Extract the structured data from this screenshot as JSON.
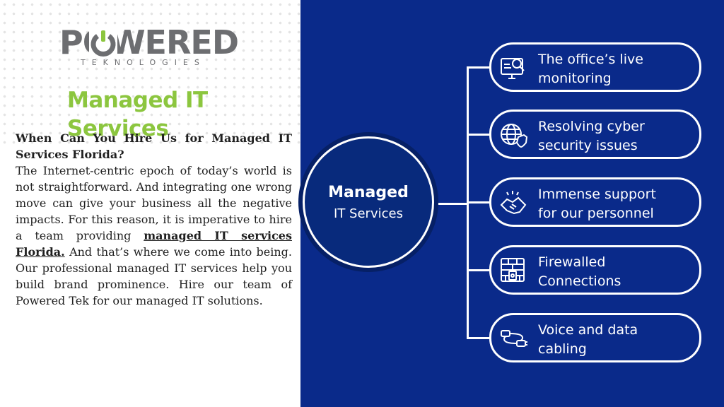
{
  "brand": {
    "name": "POWERED",
    "tagline": "TEKNOLOGIES"
  },
  "left": {
    "heading": "Managed IT Services",
    "question": "When Can You Hire Us for Managed IT Services Florida?",
    "para_1": "The Internet-centric epoch of today’s world is not straightforward. And integrating one wrong move can give your business all the negative impacts. For this reason, it is imperative to hire a team providing ",
    "link_text": "managed IT services Florida.",
    "para_2": " And that’s where we come into being. Our professional managed IT services help you build brand prominence. Hire our team of Powered Tek for our managed IT solutions."
  },
  "diagram": {
    "hub_title": "Managed",
    "hub_subtitle": "IT Services",
    "items": [
      {
        "label": "The office’s live\nmonitoring",
        "icon": "monitor-search-icon"
      },
      {
        "label": "Resolving cyber\nsecurity issues",
        "icon": "globe-shield-icon"
      },
      {
        "label": "Immense support\nfor our personnel",
        "icon": "handshake-icon"
      },
      {
        "label": "Firewalled\nConnections",
        "icon": "firewall-icon"
      },
      {
        "label": "Voice and data\ncabling",
        "icon": "cable-icon"
      }
    ]
  },
  "colors": {
    "accent_green": "#8cc63f",
    "panel_blue": "#0a2a8a",
    "logo_gray": "#6d6e71"
  }
}
